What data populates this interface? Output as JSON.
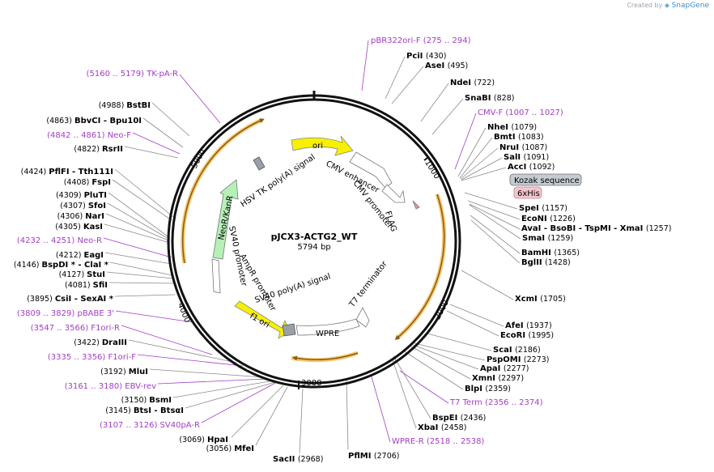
{
  "credit": {
    "prefix": "Created by",
    "brand": "SnapGene"
  },
  "plasmid": {
    "name": "pJCX3-ACTG2_WT",
    "size": "5794 bp"
  },
  "ticks": [
    "1000",
    "2000",
    "3000",
    "4000",
    "5000"
  ],
  "features": {
    "ori": "ori",
    "f1ori": "f1 ori",
    "neo": "NeoR/KanR",
    "cmv_enh": "CMV enhancer",
    "cmv_prom": "CMV promoter",
    "flag": "FLAG",
    "hsv": "HSV TK poly(A) signal",
    "sv40prom": "SV40 promoter",
    "ampr_prom": "AmpR promoter",
    "sv40pa": "SV40 poly(A) signal",
    "t7term": "T7 terminator",
    "wpre": "WPRE"
  },
  "boxes": {
    "kozak": "Kozak sequence",
    "his": "6xHis"
  },
  "labels": [
    {
      "name": "pBR322ori-F",
      "pos": "(275 .. 294)",
      "type": "primer"
    },
    {
      "name": "PciI",
      "pos": "(430)",
      "type": "site"
    },
    {
      "name": "AseI",
      "pos": "(495)",
      "type": "site"
    },
    {
      "name": "NdeI",
      "pos": "(722)",
      "type": "site"
    },
    {
      "name": "SnaBI",
      "pos": "(828)",
      "type": "site"
    },
    {
      "name": "CMV-F",
      "pos": "(1007 .. 1027)",
      "type": "primer"
    },
    {
      "name": "NheI",
      "pos": "(1079)",
      "type": "site"
    },
    {
      "name": "BmtI",
      "pos": "(1083)",
      "type": "site"
    },
    {
      "name": "NruI",
      "pos": "(1087)",
      "type": "site"
    },
    {
      "name": "SalI",
      "pos": "(1091)",
      "type": "site"
    },
    {
      "name": "AccI",
      "pos": "(1092)",
      "type": "site"
    },
    {
      "name": "SpeI",
      "pos": "(1157)",
      "type": "site"
    },
    {
      "name": "EcoNI",
      "pos": "(1226)",
      "type": "site"
    },
    {
      "name": "AvaI  -  BsoBI  -  TspMI  -  XmaI",
      "pos": "(1257)",
      "type": "site"
    },
    {
      "name": "SmaI",
      "pos": "(1259)",
      "type": "site"
    },
    {
      "name": "BamHI",
      "pos": "(1365)",
      "type": "site"
    },
    {
      "name": "BglII",
      "pos": "(1428)",
      "type": "site"
    },
    {
      "name": "XcmI",
      "pos": "(1705)",
      "type": "site"
    },
    {
      "name": "AfeI",
      "pos": "(1937)",
      "type": "site"
    },
    {
      "name": "EcoRI",
      "pos": "(1995)",
      "type": "site"
    },
    {
      "name": "ScaI",
      "pos": "(2186)",
      "type": "site"
    },
    {
      "name": "PspOMI",
      "pos": "(2273)",
      "type": "site"
    },
    {
      "name": "ApaI",
      "pos": "(2277)",
      "type": "site"
    },
    {
      "name": "XmnI",
      "pos": "(2297)",
      "type": "site"
    },
    {
      "name": "BlpI",
      "pos": "(2359)",
      "type": "site"
    },
    {
      "name": "T7 Term",
      "pos": "(2356 .. 2374)",
      "type": "primer"
    },
    {
      "name": "BspEI",
      "pos": "(2436)",
      "type": "site"
    },
    {
      "name": "XbaI",
      "pos": "(2458)",
      "type": "site"
    },
    {
      "name": "WPRE-R",
      "pos": "(2518 .. 2538)",
      "type": "primer"
    },
    {
      "name": "PflMI",
      "pos": "(2706)",
      "type": "site"
    },
    {
      "name": "SacII",
      "pos": "(2968)",
      "type": "site"
    },
    {
      "name": "MfeI",
      "pos": "(3056)",
      "type": "site"
    },
    {
      "name": "HpaI",
      "pos": "(3069)",
      "type": "site"
    },
    {
      "name": "SV40pA-R",
      "pos": "(3107 .. 3126)",
      "type": "primer"
    },
    {
      "name": "BtsI  -  BtsαI",
      "pos": "(3145)",
      "type": "site"
    },
    {
      "name": "BsmI",
      "pos": "(3150)",
      "type": "site"
    },
    {
      "name": "EBV-rev",
      "pos": "(3161 .. 3180)",
      "type": "primer"
    },
    {
      "name": "MluI",
      "pos": "(3192)",
      "type": "site"
    },
    {
      "name": "F1ori-F",
      "pos": "(3335 .. 3356)",
      "type": "primer"
    },
    {
      "name": "DraIII",
      "pos": "(3422)",
      "type": "site"
    },
    {
      "name": "F1ori-R",
      "pos": "(3547 .. 3566)",
      "type": "primer"
    },
    {
      "name": "pBABE 3'",
      "pos": "(3809 .. 3829)",
      "type": "primer"
    },
    {
      "name": "CsiI  -  SexAI *",
      "pos": "(3895)",
      "type": "site"
    },
    {
      "name": "SfiI",
      "pos": "(4081)",
      "type": "site"
    },
    {
      "name": "StuI",
      "pos": "(4127)",
      "type": "site"
    },
    {
      "name": "BspDI *  -  ClaI *",
      "pos": "(4146)",
      "type": "site"
    },
    {
      "name": "EagI",
      "pos": "(4212)",
      "type": "site"
    },
    {
      "name": "Neo-R",
      "pos": "(4232 .. 4251)",
      "type": "primer"
    },
    {
      "name": "KasI",
      "pos": "(4305)",
      "type": "site"
    },
    {
      "name": "NarI",
      "pos": "(4306)",
      "type": "site"
    },
    {
      "name": "SfoI",
      "pos": "(4307)",
      "type": "site"
    },
    {
      "name": "PluTI",
      "pos": "(4309)",
      "type": "site"
    },
    {
      "name": "FspI",
      "pos": "(4408)",
      "type": "site"
    },
    {
      "name": "PflFI  -  Tth111I",
      "pos": "(4424)",
      "type": "site"
    },
    {
      "name": "RsrII",
      "pos": "(4822)",
      "type": "site"
    },
    {
      "name": "Neo-F",
      "pos": "(4842 .. 4861)",
      "type": "primer"
    },
    {
      "name": "BbvCI  -  Bpu10I",
      "pos": "(4863)",
      "type": "site"
    },
    {
      "name": "BstBI",
      "pos": "(4988)",
      "type": "site"
    },
    {
      "name": "TK-pA-R",
      "pos": "(5160 .. 5179)",
      "type": "primer"
    }
  ]
}
